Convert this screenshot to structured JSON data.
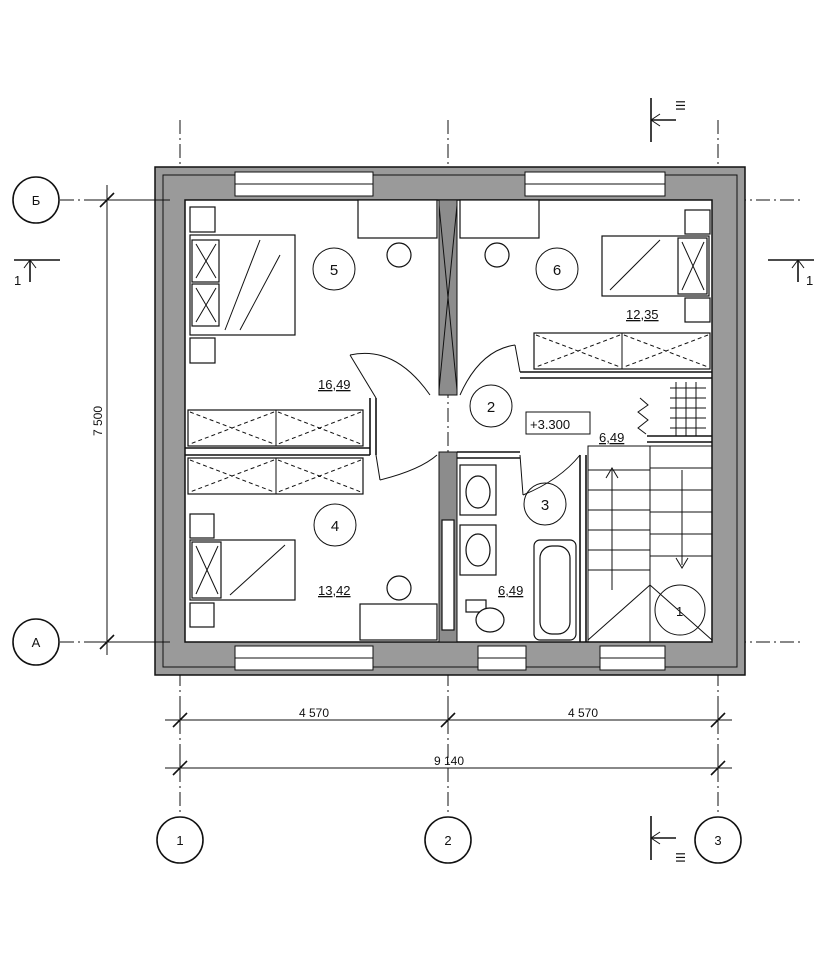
{
  "axes": {
    "horizontal": [
      {
        "label": "Б"
      },
      {
        "label": "А"
      }
    ],
    "vertical": [
      {
        "label": "1"
      },
      {
        "label": "2"
      },
      {
        "label": "3"
      }
    ]
  },
  "section_marks": {
    "left": "1",
    "right": "1",
    "top": "III",
    "bottom": "III"
  },
  "dimensions": {
    "height": "7 500",
    "span_left": "4 570",
    "span_right": "4 570",
    "total": "9 140"
  },
  "level_mark": "+3.300",
  "rooms": [
    {
      "number": "5",
      "area": "16,49"
    },
    {
      "number": "6",
      "area": "12,35"
    },
    {
      "number": "2",
      "area": "6,49"
    },
    {
      "number": "3",
      "area": "6,49"
    },
    {
      "number": "4",
      "area": "13,42"
    }
  ],
  "stair_mark": "1"
}
